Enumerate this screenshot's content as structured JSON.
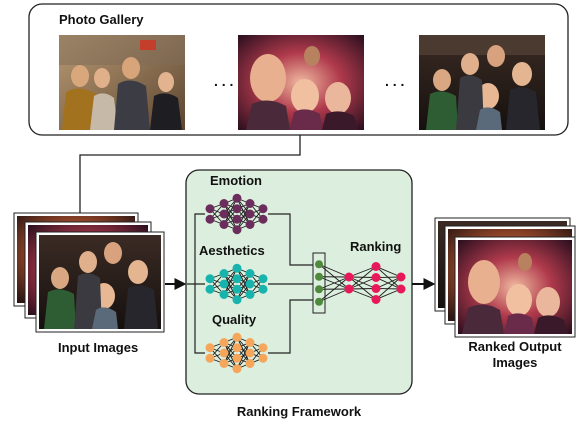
{
  "gallery": {
    "title": "Photo Gallery",
    "ellipsis": ". . ."
  },
  "input": {
    "label": "Input Images"
  },
  "output": {
    "label_line1": "Ranked Output",
    "label_line2": "Images"
  },
  "framework": {
    "label": "Ranking Framework",
    "networks": [
      {
        "id": "emotion",
        "label": "Emotion",
        "color": "#6b2d5c"
      },
      {
        "id": "aesthetics",
        "label": "Aesthetics",
        "color": "#17b3ad"
      },
      {
        "id": "quality",
        "label": "Quality",
        "color": "#f5a65b"
      }
    ],
    "fusion_color": "#4f8a3c",
    "ranking": {
      "label": "Ranking",
      "color": "#e8195a"
    },
    "panel_color": "#dceedd"
  },
  "colors": {
    "frame_stroke": "#222222",
    "photo_dark": "#2a2320"
  }
}
